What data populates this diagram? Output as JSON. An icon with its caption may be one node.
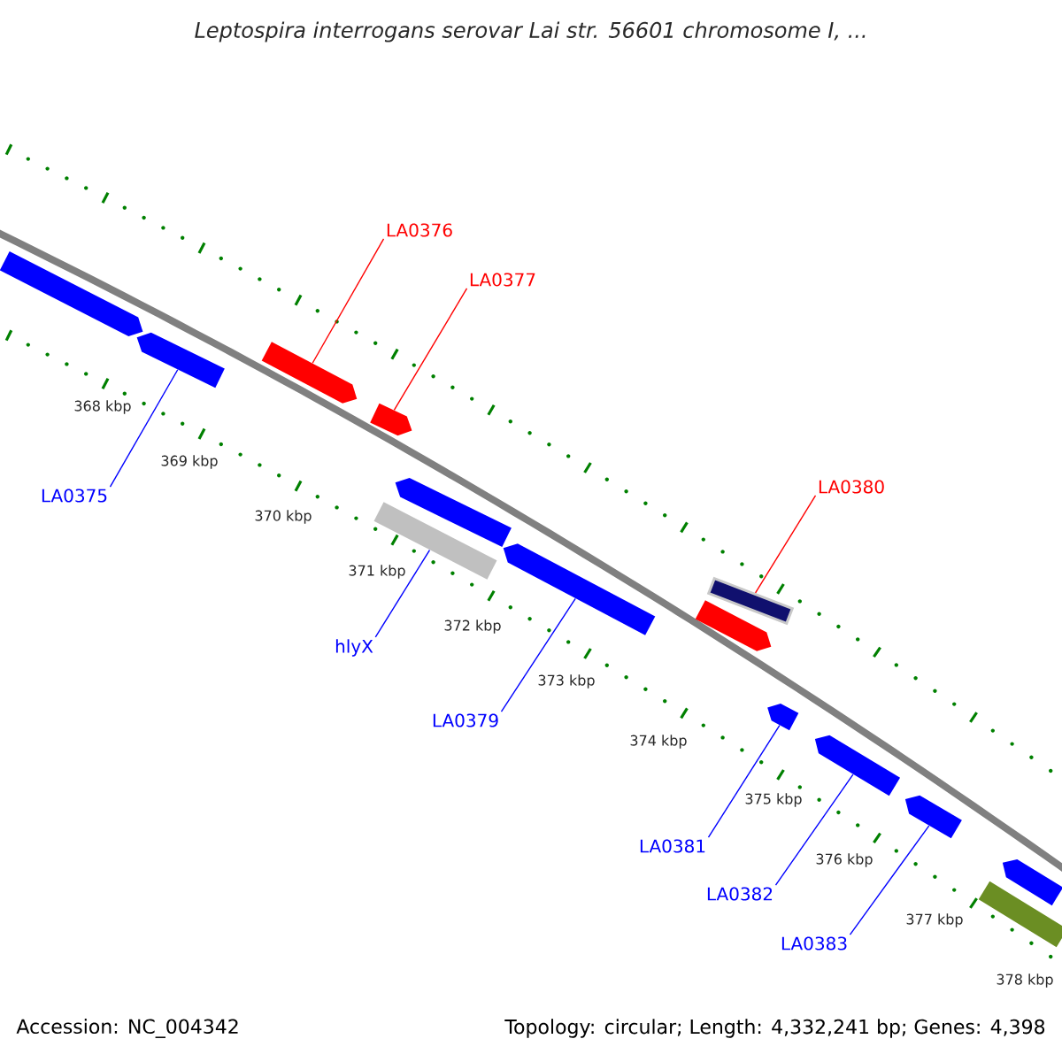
{
  "diagram": {
    "title": "Leptospira interrogans serovar Lai str. 56601 chromosome I, ...",
    "nodes": [
      {
        "text": [],
        "shape": "bar"
      },
      {
        "text": [],
        "shape": "bar"
      },
      {
        "text": [],
        "shape": "bar"
      },
      {
        "text": [],
        "shape": "bar"
      },
      {
        "text": [],
        "shape": "bar"
      },
      {
        "text": [],
        "shape": "bar"
      },
      {
        "text": [],
        "shape": "bar"
      },
      {
        "text": [],
        "shape": "bar"
      },
      {
        "text": [],
        "shape": "bar"
      },
      {
        "text": [],
        "shape": "bar"
      },
      {
        "text": [],
        "shape": "bar"
      },
      {
        "text": [],
        "shape": "bar"
      },
      {
        "text": [],
        "shape": "bar"
      },
      {
        "text": [],
        "shape": "bar"
      },
      {
        "text": [
          "LA0375"
        ]
      },
      {
        "text": [
          "LA0376"
        ]
      },
      {
        "text": [
          "LA0377"
        ]
      },
      {
        "text": [
          "hlyX"
        ]
      },
      {
        "text": [
          "LA0379"
        ]
      },
      {
        "text": [
          "LA0380"
        ]
      },
      {
        "text": [
          "LA0381"
        ]
      },
      {
        "text": [
          "LA0382"
        ]
      },
      {
        "text": [
          "LA0383"
        ]
      }
    ],
    "edges": [
      {
        "from": 14,
        "to": 1,
        "arrow": "none"
      },
      {
        "from": 15,
        "to": 2,
        "arrow": "none",
        "color": "#ff0000"
      },
      {
        "from": 16,
        "to": 3,
        "arrow": "none",
        "color": "#ff0000"
      },
      {
        "from": 17,
        "to": 5,
        "arrow": "none"
      },
      {
        "from": 18,
        "to": 6,
        "arrow": "none"
      },
      {
        "from": 19,
        "to": 7,
        "arrow": "none",
        "color": "#ff0000"
      },
      {
        "from": 20,
        "to": 9,
        "arrow": "none"
      },
      {
        "from": 21,
        "to": 10,
        "arrow": "none"
      },
      {
        "from": 22,
        "to": 11,
        "arrow": "none"
      }
    ],
    "labels": [
      "368 kbp",
      "369 kbp",
      "370 kbp",
      "371 kbp",
      "372 kbp",
      "373 kbp",
      "374 kbp",
      "375 kbp",
      "376 kbp",
      "377 kbp",
      "378 kbp",
      "Accession: NC_004342",
      "Topology: circular; Length: 4,332,241 bp; Genes: 4,398"
    ]
  }
}
